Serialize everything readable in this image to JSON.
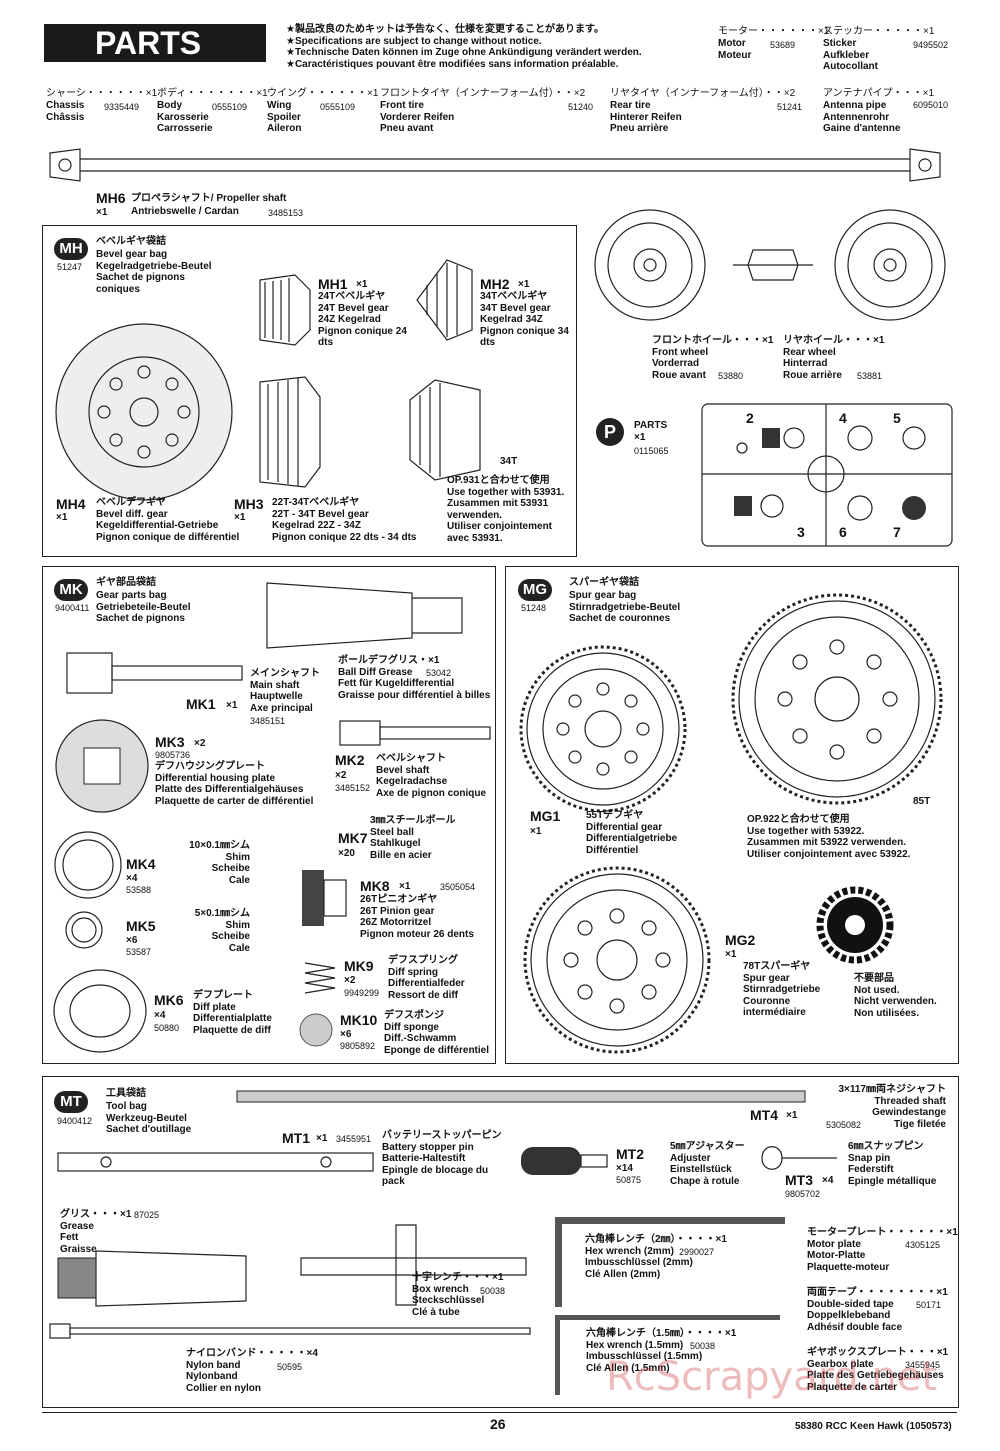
{
  "header": {
    "title": "PARTS",
    "notice": "★製品改良のためキットは予告なく、仕様を変更することがあります。\n★Specifications are subject to change without notice.\n★Technische Daten können im Zuge ohne Ankündigung verändert werden.\n★Caractéristiques pouvant être modifiées sans information préalable."
  },
  "top_parts": [
    {
      "jp": "モーター・・・・・・×1",
      "names": "Motor\nMoteur",
      "code": "53689"
    },
    {
      "jp": "ステッカー・・・・・×1",
      "names": "Sticker\nAufkleber\nAutocollant",
      "code": "9495502"
    },
    {
      "jp": "シャーシ・・・・・・×1",
      "names": "Chassis\nChâssis",
      "code": "9335449"
    },
    {
      "jp": "ボディ・・・・・・・×1",
      "names": "Body\nKarosserie\nCarrosserie",
      "code": "0555109"
    },
    {
      "jp": "ウイング・・・・・・×1",
      "names": "Wing\nSpoiler\nAileron",
      "code": "0555109"
    },
    {
      "jp": "フロントタイヤ（インナーフォーム付）・・×2",
      "names": "Front tire\nVorderer Reifen\nPneu avant",
      "code": "51240"
    },
    {
      "jp": "リヤタイヤ（インナーフォーム付）・・×2",
      "names": "Rear tire\nHinterer Reifen\nPneu arrière",
      "code": "51241"
    },
    {
      "jp": "アンテナパイプ・・・×1",
      "names": "Antenna pipe\nAntennenrohr\nGaine d'antenne",
      "code": "6095010"
    }
  ],
  "mh6": {
    "label": "MH6",
    "qty": "×1",
    "jp": "プロペラシャフト/ Propeller shaft",
    "names": "Antriebswelle / Cardan",
    "code": "3485153"
  },
  "mh": {
    "bag": "MH",
    "code": "51247",
    "jp": "ベベルギヤ袋詰",
    "names": "Bevel gear bag\nKegelradgetriebe-Beutel\nSachet de pignons\nconiques",
    "mh1": {
      "label": "MH1",
      "qty": "×1",
      "text": "24Tベベルギヤ\n24T Bevel gear\n24Z Kegelrad\nPignon conique 24\ndts"
    },
    "mh2": {
      "label": "MH2",
      "qty": "×1",
      "text": "34Tベベルギヤ\n34T Bevel gear\nKegelrad 34Z\nPignon conique 34\ndts"
    },
    "mh4": {
      "label": "MH4",
      "qty": "×1",
      "text": "ベベルデフギヤ\nBevel diff. gear\nKegeldifferential-Getriebe\nPignon conique de différentiel"
    },
    "mh3": {
      "label": "MH3",
      "qty": "×1",
      "text": "22T-34Tベベルギヤ\n22T - 34T Bevel gear\nKegelrad 22Z - 34Z\nPignon conique 22 dts - 34 dts"
    },
    "t34": "34T",
    "op931": "OP.931と合わせて使用\nUse together with 53931.\nZusammen mit 53931\nverwenden.\nUtiliser conjointement\navec 53931."
  },
  "wheels": {
    "front": "フロントホイール・・・×1\nFront wheel\nVorderrad\nRoue avant",
    "front_code": "53880",
    "rear": "リヤホイール・・・×1\nRear wheel\nHinterrad\nRoue arrière",
    "rear_code": "53881"
  },
  "pparts": {
    "bag": "P",
    "label": "PARTS",
    "qty": "×1",
    "code": "0115065",
    "nums": [
      "2",
      "4",
      "5",
      "3",
      "6",
      "7"
    ]
  },
  "mk": {
    "bag": "MK",
    "code": "9400411",
    "jp": "ギヤ部品袋詰",
    "names": "Gear parts bag\nGetriebeteile-Beutel\nSachet de pignons",
    "grease": "ボールデフグリス・×1\nBall Diff Grease\nFett für Kugeldifferential\nGraisse pour différentiel à billes",
    "grease_code": "53042",
    "mk1": {
      "label": "MK1",
      "qty": "×1",
      "text": "メインシャフト\nMain shaft\nHauptwelle\nAxe principal",
      "code": "3485151"
    },
    "mk3": {
      "label": "MK3",
      "qty": "×2",
      "code": "9805736",
      "text": "デフハウジングプレート\nDifferential housing plate\nPlatte des Differentialgehäuses\nPlaquette de carter de différentiel"
    },
    "mk2": {
      "label": "MK2",
      "qty": "×2",
      "code": "3485152",
      "text": "ベベルシャフト\nBevel shaft\nKegelradachse\nAxe de pignon conique"
    },
    "mk7": {
      "label": "MK7",
      "qty": "×20",
      "text": "3㎜スチールボール\nSteel ball\nStahlkugel\nBille en acier"
    },
    "mk4": {
      "label": "MK4",
      "qty": "×4",
      "code": "53588",
      "text": "10×0.1㎜シム\nShim\nScheibe\nCale"
    },
    "mk5": {
      "label": "MK5",
      "qty": "×6",
      "code": "53587",
      "text": "5×0.1㎜シム\nShim\nScheibe\nCale"
    },
    "mk8": {
      "label": "MK8",
      "qty": "×1",
      "code": "3505054",
      "text": "26Tピニオンギヤ\n26T Pinion gear\n26Z Motorritzel\nPignon moteur 26 dents"
    },
    "mk9": {
      "label": "MK9",
      "qty": "×2",
      "code": "9949299",
      "text": "デフスプリング\nDiff spring\nDifferentialfeder\nRessort de diff"
    },
    "mk6": {
      "label": "MK6",
      "qty": "×4",
      "code": "50880",
      "text": "デフプレート\nDiff plate\nDifferentialplatte\nPlaquette de diff"
    },
    "mk10": {
      "label": "MK10",
      "qty": "×6",
      "code": "9805892",
      "text": "デフスポンジ\nDiff sponge\nDiff.-Schwamm\nEponge de différentiel"
    }
  },
  "mg": {
    "bag": "MG",
    "code": "51248",
    "jp": "スパーギヤ袋詰",
    "names": "Spur gear bag\nStirnradgetriebe-Beutel\nSachet de couronnes",
    "t85": "85T",
    "op922": "OP.922と合わせて使用\nUse together with 53922.\nZusammen mit 53922 verwenden.\nUtiliser conjointement avec 53922.",
    "mg1": {
      "label": "MG1",
      "qty": "×1",
      "text": "55Tデフギヤ\nDifferential gear\nDifferentialgetriebe\nDifférentiel"
    },
    "mg2": {
      "label": "MG2",
      "qty": "×1",
      "text": "78Tスパーギヤ\nSpur gear\nStirnradgetriebe\nCouronne\nintermédiaire"
    },
    "unused": "不要部品\nNot used.\nNicht verwenden.\nNon utilisées."
  },
  "mt": {
    "bag": "MT",
    "code": "9400412",
    "jp": "工具袋詰",
    "names": "Tool bag\nWerkzeug-Beutel\nSachet d'outillage",
    "mt4": {
      "label": "MT4",
      "qty": "×1",
      "code": "5305082",
      "text": "3×117㎜両ネジシャフト\nThreaded shaft\nGewindestange\nTige filetée"
    },
    "mt1": {
      "label": "MT1",
      "qty": "×1",
      "code": "3455951",
      "text": "バッテリーストッパーピン\nBattery stopper pin\nBatterie-Haltestift\nEpingle de blocage du\npack"
    },
    "mt2": {
      "label": "MT2",
      "qty": "×14",
      "code": "50875",
      "text": "5㎜アジャスター\nAdjuster\nEinstellstück\nChape à rotule"
    },
    "mt3": {
      "label": "MT3",
      "qty": "×4",
      "code": "9805702",
      "text": "6㎜スナップピン\nSnap pin\nFederstift\nEpingle métallique"
    },
    "grease": "グリス・・・×1\nGrease\nFett\nGraisse",
    "grease_code": "87025",
    "box": "十字レンチ・・・×1\nBox wrench\nSteckschlüssel\nClé à tube",
    "box_code": "50038",
    "hex2": "六角棒レンチ（2㎜）・・・・×1\nHex wrench (2mm)\nImbusschlüssel (2mm)\nClé Allen (2mm)",
    "hex2_code": "2990027",
    "hex15": "六角棒レンチ（1.5㎜）・・・・×1\nHex wrench (1.5mm)\nImbusschlüssel (1.5mm)\nClé Allen (1.5mm)",
    "hex15_code": "50038",
    "nylon": "ナイロンバンド・・・・・×4\nNylon band\nNylonband\nCollier en nylon",
    "nylon_code": "50595",
    "motorplate": "モータープレート・・・・・・×1\nMotor plate\nMotor-Platte\nPlaquette-moteur",
    "motorplate_code": "4305125",
    "tape": "両面テープ・・・・・・・・×1\nDouble-sided tape\nDoppelklebeband\nAdhésif double face",
    "tape_code": "50171",
    "gbplate": "ギヤボックスプレート・・・×1\nGearbox plate\nPlatte des Getriebegehäuses\nPlaquette de carter",
    "gbplate_code": "3455945"
  },
  "footer": {
    "page": "26",
    "kit": "58380 RCC Keen Hawk (1050573)",
    "watermark": "RcScrapyard.net"
  }
}
